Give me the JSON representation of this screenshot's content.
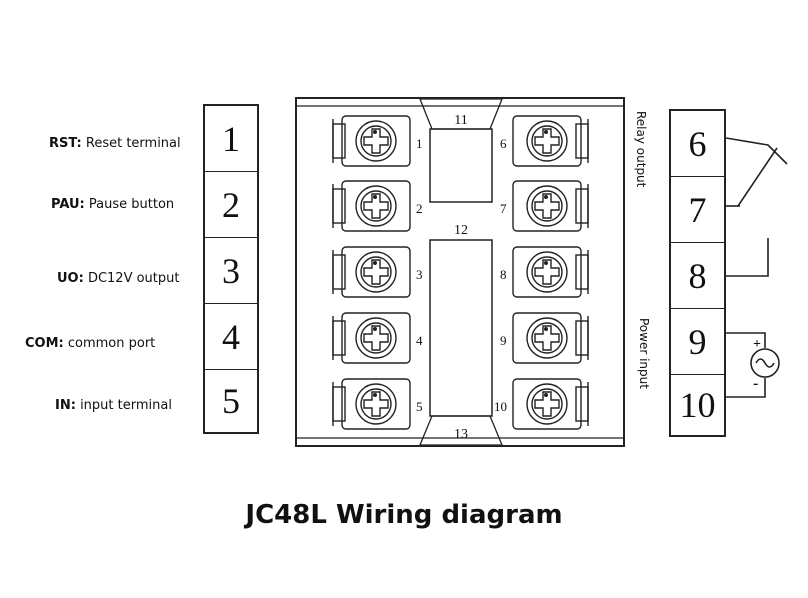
{
  "title": "JC48L Wiring diagram",
  "left_labels": [
    {
      "code": "RST:",
      "desc": "Reset terminal"
    },
    {
      "code": "PAU:",
      "desc": "Pause button"
    },
    {
      "code": "UO:",
      "desc": "DC12V output"
    },
    {
      "code": "COM:",
      "desc": "common port"
    },
    {
      "code": "IN:",
      "desc": "input terminal"
    }
  ],
  "left_terminals": [
    "1",
    "2",
    "3",
    "4",
    "5"
  ],
  "right_terminals": [
    "6",
    "7",
    "8",
    "9",
    "10"
  ],
  "device": {
    "left_pins": [
      "1",
      "2",
      "3",
      "4",
      "5"
    ],
    "right_pins": [
      "6",
      "7",
      "8",
      "9",
      "10"
    ],
    "windows": [
      "11",
      "12",
      "13"
    ]
  },
  "relay_label": "Relay    output",
  "power_label": "Power input",
  "power_plus": "+",
  "power_minus": "-"
}
